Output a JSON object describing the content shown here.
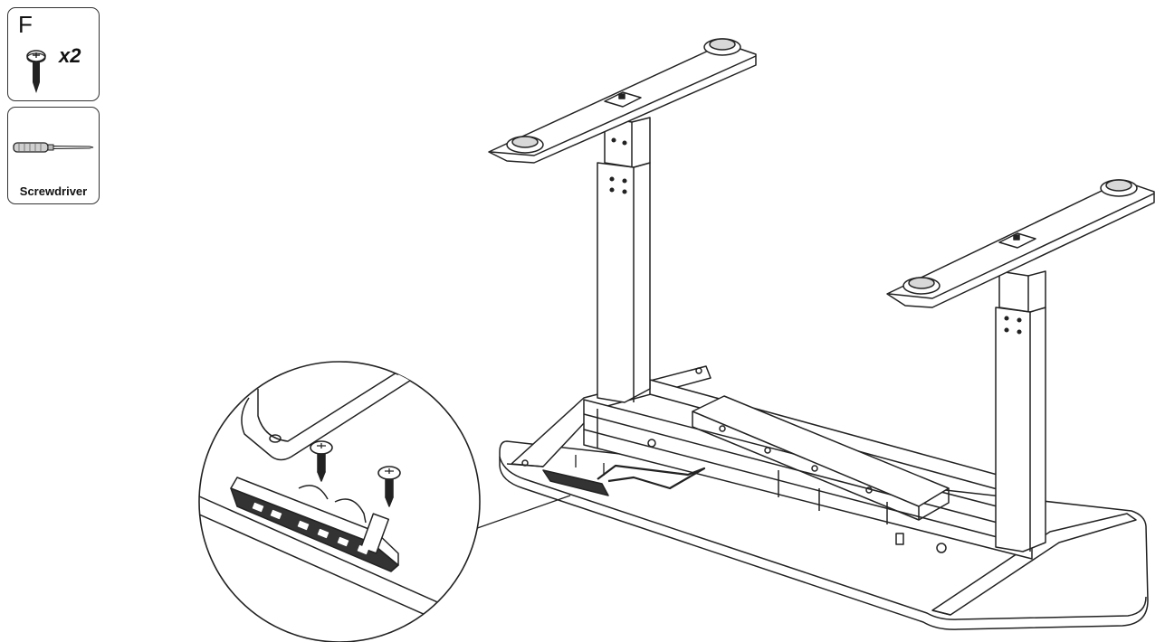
{
  "parts_panel": {
    "part_letter": "F",
    "quantity": "x2",
    "part_icon": "screw-icon"
  },
  "tools_panel": {
    "tool_label": "Screwdriver",
    "tool_icon": "screwdriver-icon"
  },
  "colors": {
    "line": "#222222",
    "fill": "#ffffff",
    "shade": "#cfcfcf"
  }
}
